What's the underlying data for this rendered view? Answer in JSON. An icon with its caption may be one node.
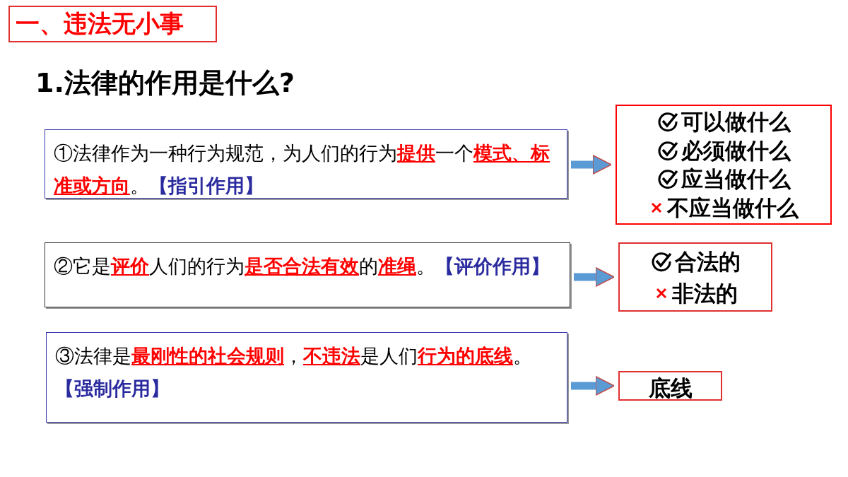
{
  "diagram": {
    "title": "1.法律的作用是什么?",
    "nodes": [
      {
        "text": [
          "一、违法无小事"
        ]
      },
      {
        "text": [
          "①法律作为一种行为规范，为人们的行为**提供**一个**模式、标准或方向**。",
          "【指引作用】"
        ]
      },
      {
        "text": [
          "可以做什么",
          "必须做什么",
          "应当做什么",
          "不应当做什么"
        ]
      },
      {
        "text": [
          "②它是**评价**人们的行为**是否合法有效**的**准绳**。",
          "【评价作用】"
        ]
      },
      {
        "text": [
          "合法的",
          "非法的"
        ]
      },
      {
        "text": [
          "③法律是**最刚性的社会规则**，**不违法**是人们**行为的底线**。",
          "【强制作用】"
        ]
      },
      {
        "text": [
          "底线"
        ]
      }
    ],
    "edges": [
      {
        "from": 1,
        "to": 2,
        "arrow": "to"
      },
      {
        "from": 3,
        "to": 4,
        "arrow": "to"
      },
      {
        "from": 5,
        "to": 6,
        "arrow": "to"
      }
    ]
  }
}
